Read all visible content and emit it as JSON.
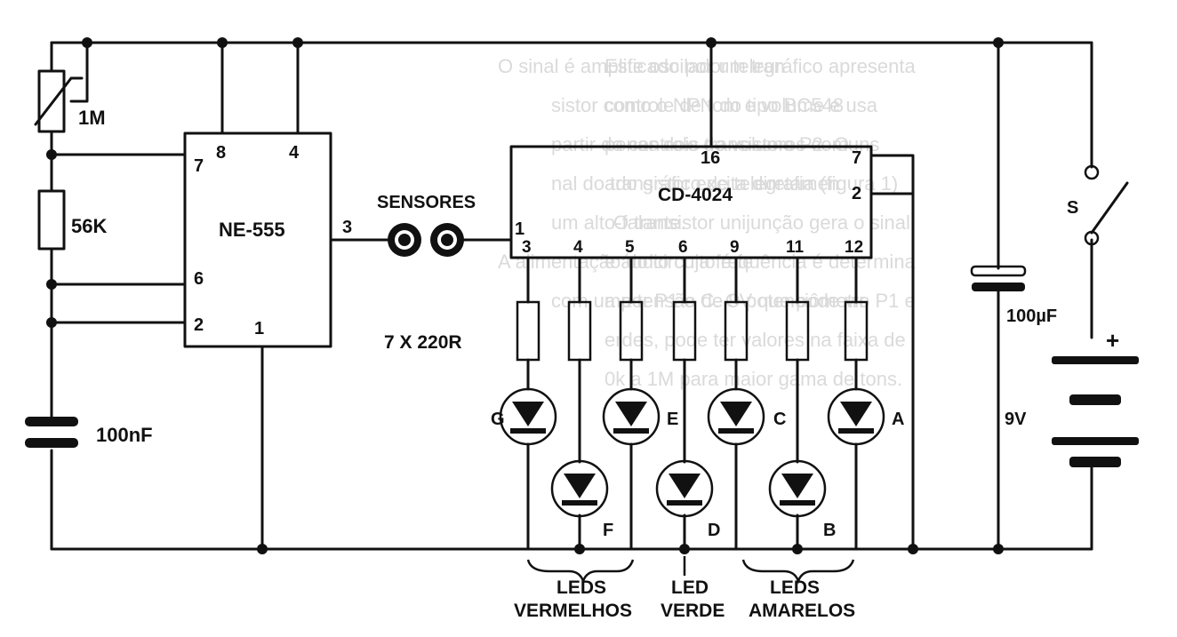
{
  "components": {
    "pot": "1M",
    "res1": "56K",
    "cap1": "100nF",
    "ic1": {
      "name": "NE-555",
      "pin8": "8",
      "pin4": "4",
      "pin7": "7",
      "pin6": "6",
      "pin2": "2",
      "pin3": "3",
      "pin1": "1"
    },
    "sensors": "SENSORES",
    "ic2": {
      "name": "CD-4024",
      "pin16": "16",
      "pin7": "7",
      "pin2": "2",
      "pin1": "1",
      "outputs": [
        "3",
        "4",
        "5",
        "6",
        "9",
        "11",
        "12"
      ]
    },
    "resistors": "7 X 220R",
    "leds": [
      "G",
      "F",
      "E",
      "D",
      "C",
      "B",
      "A"
    ],
    "cap2": "100µF",
    "switch": "S",
    "battery": "9V",
    "battery_plus": "+"
  },
  "groups": {
    "red_line1": "LEDS",
    "red_line2": "VERMELHOS",
    "green_line1": "LED",
    "green_line2": "VERDE",
    "yellow_line1": "LEDS",
    "yellow_line2": "AMARELOS"
  }
}
